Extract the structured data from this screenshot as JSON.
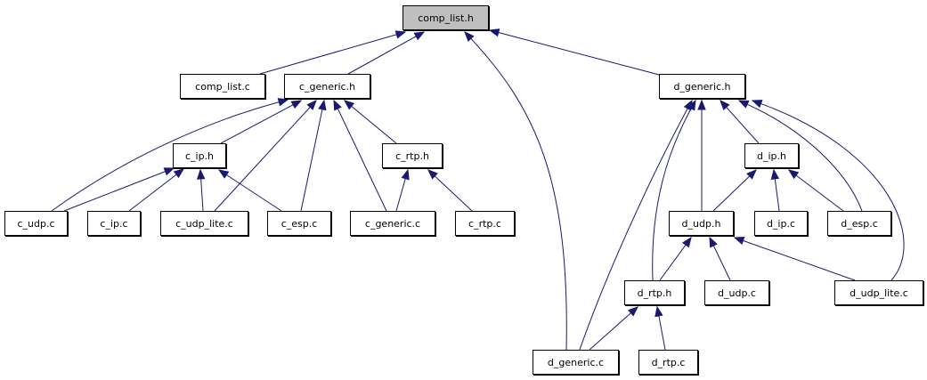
{
  "title": "comp_list.h include dependency graph",
  "colors": {
    "edge": "#191970",
    "root_fill": "#bfbfbf",
    "node_fill": "#ffffff",
    "node_border": "#000000"
  },
  "nodes": [
    {
      "id": "comp_list_h",
      "label": "comp_list.h",
      "root": true
    },
    {
      "id": "comp_list_c",
      "label": "comp_list.c"
    },
    {
      "id": "c_generic_h",
      "label": "c_generic.h"
    },
    {
      "id": "d_generic_h",
      "label": "d_generic.h"
    },
    {
      "id": "c_ip_h",
      "label": "c_ip.h"
    },
    {
      "id": "c_rtp_h",
      "label": "c_rtp.h"
    },
    {
      "id": "c_udp_c",
      "label": "c_udp.c"
    },
    {
      "id": "c_ip_c",
      "label": "c_ip.c"
    },
    {
      "id": "c_udp_lite_c",
      "label": "c_udp_lite.c"
    },
    {
      "id": "c_esp_c",
      "label": "c_esp.c"
    },
    {
      "id": "c_generic_c",
      "label": "c_generic.c"
    },
    {
      "id": "c_rtp_c",
      "label": "c_rtp.c"
    },
    {
      "id": "d_ip_h",
      "label": "d_ip.h"
    },
    {
      "id": "d_udp_h",
      "label": "d_udp.h"
    },
    {
      "id": "d_ip_c",
      "label": "d_ip.c"
    },
    {
      "id": "d_esp_c",
      "label": "d_esp.c"
    },
    {
      "id": "d_rtp_h",
      "label": "d_rtp.h"
    },
    {
      "id": "d_udp_c",
      "label": "d_udp.c"
    },
    {
      "id": "d_udp_lite_c",
      "label": "d_udp_lite.c"
    },
    {
      "id": "d_generic_c",
      "label": "d_generic.c"
    },
    {
      "id": "d_rtp_c",
      "label": "d_rtp.c"
    }
  ],
  "edges": [
    {
      "from": "comp_list_c",
      "to": "comp_list_h"
    },
    {
      "from": "c_generic_h",
      "to": "comp_list_h"
    },
    {
      "from": "d_generic_c",
      "to": "comp_list_h"
    },
    {
      "from": "d_generic_h",
      "to": "comp_list_h"
    },
    {
      "from": "c_udp_c",
      "to": "c_generic_h"
    },
    {
      "from": "c_ip_h",
      "to": "c_generic_h"
    },
    {
      "from": "c_udp_lite_c",
      "to": "c_generic_h"
    },
    {
      "from": "c_esp_c",
      "to": "c_generic_h"
    },
    {
      "from": "c_generic_c",
      "to": "c_generic_h"
    },
    {
      "from": "c_rtp_h",
      "to": "c_generic_h"
    },
    {
      "from": "c_udp_c",
      "to": "c_ip_h"
    },
    {
      "from": "c_ip_c",
      "to": "c_ip_h"
    },
    {
      "from": "c_udp_lite_c",
      "to": "c_ip_h"
    },
    {
      "from": "c_esp_c",
      "to": "c_ip_h"
    },
    {
      "from": "c_generic_c",
      "to": "c_rtp_h"
    },
    {
      "from": "c_rtp_c",
      "to": "c_rtp_h"
    },
    {
      "from": "d_generic_c",
      "to": "d_generic_h"
    },
    {
      "from": "d_rtp_h",
      "to": "d_generic_h"
    },
    {
      "from": "d_udp_h",
      "to": "d_generic_h"
    },
    {
      "from": "d_ip_h",
      "to": "d_generic_h"
    },
    {
      "from": "d_esp_c",
      "to": "d_generic_h"
    },
    {
      "from": "d_udp_lite_c",
      "to": "d_generic_h"
    },
    {
      "from": "d_udp_h",
      "to": "d_ip_h"
    },
    {
      "from": "d_ip_c",
      "to": "d_ip_h"
    },
    {
      "from": "d_esp_c",
      "to": "d_ip_h"
    },
    {
      "from": "d_rtp_h",
      "to": "d_udp_h"
    },
    {
      "from": "d_udp_c",
      "to": "d_udp_h"
    },
    {
      "from": "d_udp_lite_c",
      "to": "d_udp_h"
    },
    {
      "from": "d_generic_c",
      "to": "d_rtp_h"
    },
    {
      "from": "d_rtp_c",
      "to": "d_rtp_h"
    }
  ]
}
